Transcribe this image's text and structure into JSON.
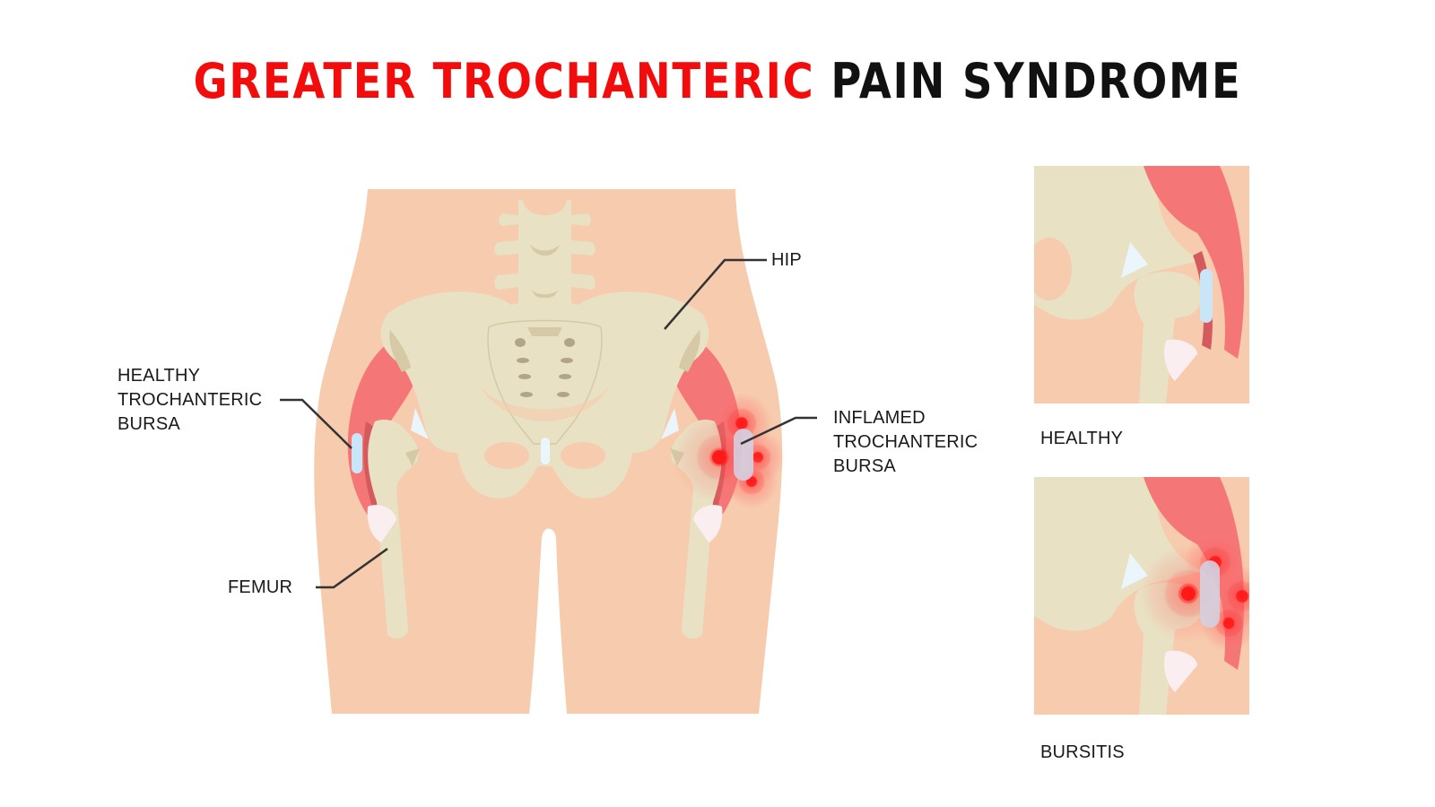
{
  "title": {
    "highlight": "GREATER TROCHANTERIC",
    "rest": "PAIN SYNDROME",
    "highlight_color": "#f20c0c",
    "rest_color": "#111111"
  },
  "main_diagram": {
    "labels": {
      "hip": "HIP",
      "healthy_bursa": [
        "HEALTHY",
        "TROCHANTERIC",
        "BURSA"
      ],
      "inflamed_bursa": [
        "INFLAMED",
        "TROCHANTERIC",
        "BURSA"
      ],
      "femur": "FEMUR"
    }
  },
  "panels": [
    {
      "caption": "HEALTHY"
    },
    {
      "caption": "BURSITIS"
    }
  ],
  "colors": {
    "skin": "#f7cbad",
    "bone": "#e9e1c3",
    "bone_shadow": "#d6c9a6",
    "muscle": "#f47676",
    "muscle_dark": "#d45a5e",
    "bursa_healthy": "#c8e6f7",
    "bursa_inflamed": "#d4cfe0",
    "inflammation": "#ff2a2a",
    "leader_line": "#333333"
  }
}
